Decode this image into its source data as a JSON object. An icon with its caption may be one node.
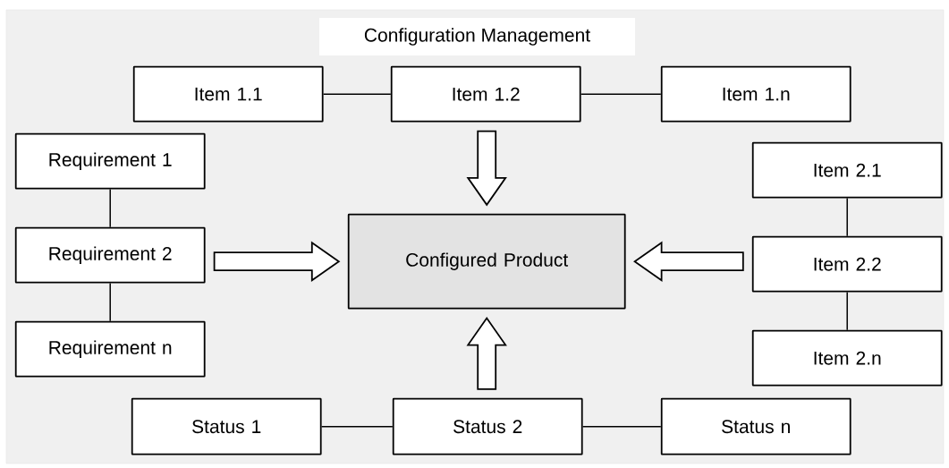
{
  "diagram": {
    "nodes": [
      {
        "text": [
          "Configuration  Management"
        ]
      },
      {
        "text": [
          "Item 1.1"
        ],
        "in": 0
      },
      {
        "text": [
          "Item 1.2"
        ],
        "in": 0
      },
      {
        "text": [
          "Item 1.n"
        ],
        "in": 0
      },
      {
        "text": [
          "Requirement 1"
        ],
        "in": 0
      },
      {
        "text": [
          "Requirement 2"
        ],
        "in": 0
      },
      {
        "text": [
          "Requirement n"
        ],
        "in": 0
      },
      {
        "text": [
          "Configured Product"
        ],
        "in": 0
      },
      {
        "text": [
          "Item 2.1"
        ],
        "in": 0
      },
      {
        "text": [
          "Item 2.2"
        ],
        "in": 0
      },
      {
        "text": [
          "Item 2.n"
        ],
        "in": 0
      },
      {
        "text": [
          "Status 1"
        ],
        "in": 0
      },
      {
        "text": [
          "Status 2"
        ],
        "in": 0
      },
      {
        "text": [
          "Status n"
        ],
        "in": 0
      }
    ],
    "edges": [
      {
        "from": 1,
        "to": 2,
        "arrow": "none"
      },
      {
        "from": 2,
        "to": 3,
        "arrow": "none"
      },
      {
        "from": 4,
        "to": 5,
        "arrow": "none"
      },
      {
        "from": 5,
        "to": 6,
        "arrow": "none"
      },
      {
        "from": 8,
        "to": 9,
        "arrow": "none"
      },
      {
        "from": 9,
        "to": 10,
        "arrow": "none"
      },
      {
        "from": 11,
        "to": 12,
        "arrow": "none"
      },
      {
        "from": 12,
        "to": 13,
        "arrow": "none"
      },
      {
        "from": 2,
        "to": 7,
        "arrow": "to",
        "style": "thick"
      },
      {
        "from": 5,
        "to": 7,
        "arrow": "to",
        "style": "thick"
      },
      {
        "from": 9,
        "to": 7,
        "arrow": "to",
        "style": "thick"
      },
      {
        "from": 12,
        "to": 7,
        "arrow": "to",
        "style": "thick"
      }
    ]
  }
}
